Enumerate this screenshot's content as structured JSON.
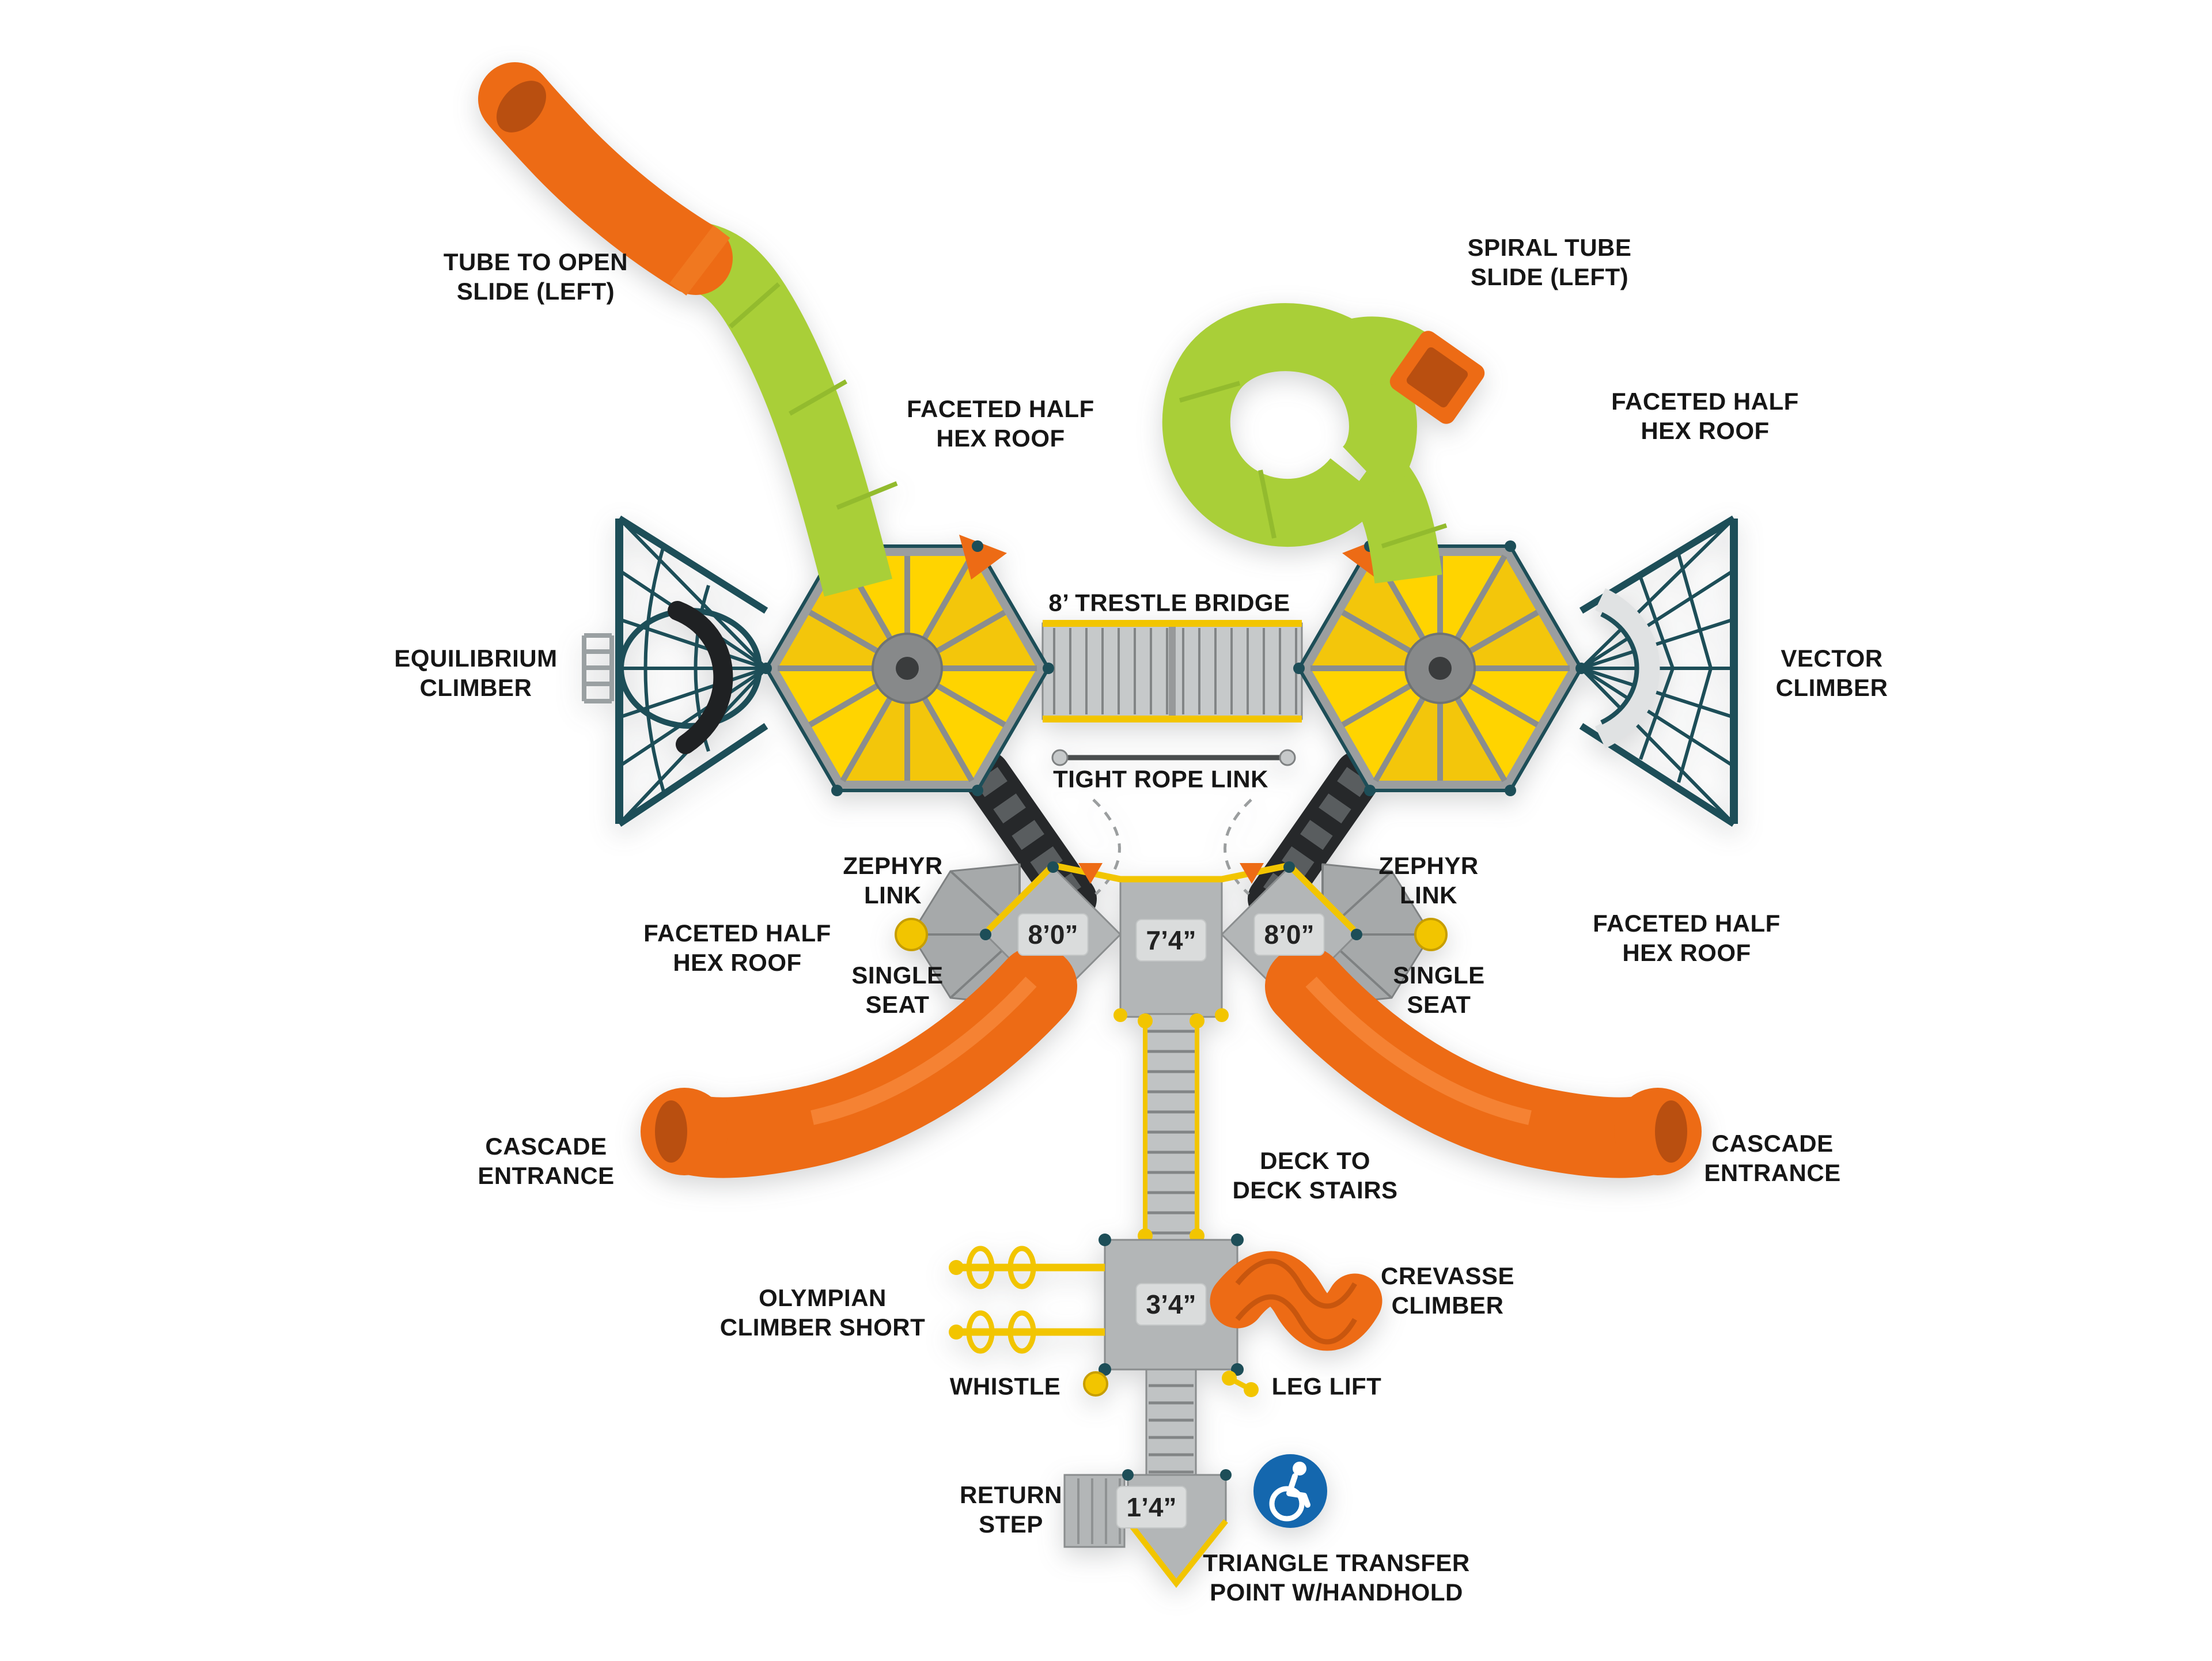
{
  "page": {
    "background": "#ffffff",
    "type": "playground-equipment-top-view-diagram"
  },
  "labels": {
    "tube_to_open_slide": "TUBE TO OPEN\nSLIDE (LEFT)",
    "spiral_tube_slide": "SPIRAL TUBE\nSLIDE (LEFT)",
    "faceted_half_hex_roof": "FACETED HALF\nHEX ROOF",
    "equilibrium_climber": "EQUILIBRIUM\nCLIMBER",
    "vector_climber": "VECTOR\nCLIMBER",
    "trestle_bridge": "8’ TRESTLE BRIDGE",
    "tight_rope_link": "TIGHT ROPE LINK",
    "zephyr_link": "ZEPHYR\nLINK",
    "single_seat": "SINGLE\nSEAT",
    "cascade_entrance": "CASCADE\nENTRANCE",
    "deck_to_deck_stairs": "DECK TO\nDECK STAIRS",
    "olympian_climber_short": "OLYMPIAN\nCLIMBER SHORT",
    "crevasse_climber": "CREVASSE\nCLIMBER",
    "whistle": "WHISTLE",
    "leg_lift": "LEG LIFT",
    "return_step": "RETURN\nSTEP",
    "triangle_transfer_point": "TRIANGLE TRANSFER\nPOINT W/HANDHOLD"
  },
  "deck_heights": {
    "left_tower_deck": "8’0”",
    "center_link_deck": "7’4”",
    "right_tower_deck": "8’0”",
    "mid_deck": "3’4”",
    "transfer_deck": "1’4”"
  },
  "icons": {
    "accessibility": "wheelchair-accessibility-icon"
  },
  "colors": {
    "slide_orange": "#ED6B15",
    "tube_green": "#A9CF38",
    "panel_yellow": "#FFD400",
    "rail_yellow": "#F2C500",
    "deck_gray": "#B3B6B7",
    "net_teal": "#1D4E58",
    "accessibility_blue": "#1467AE",
    "label_text": "#161616"
  }
}
